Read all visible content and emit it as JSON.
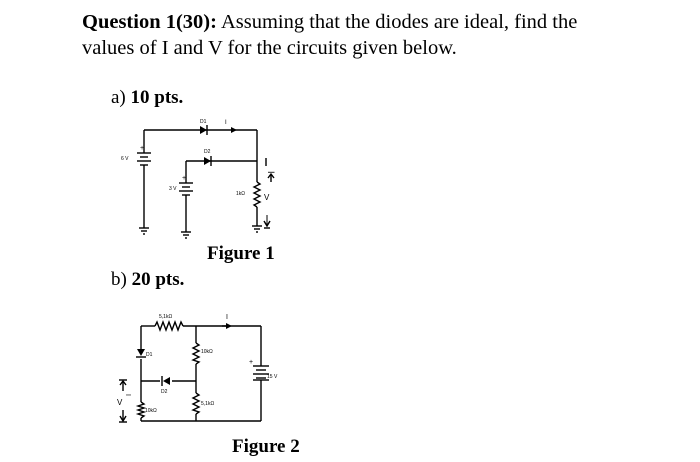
{
  "question": {
    "label": "Question 1(30):",
    "line1_rest": " Assuming that the diodes are ideal, find the",
    "line2": "values of I and V for the circuits given below."
  },
  "part_a": {
    "prefix": "a) ",
    "points": "10 pts."
  },
  "part_b": {
    "prefix": "b) ",
    "points": "20 pts."
  },
  "figure1": {
    "caption": "Figure 1",
    "labels": {
      "source1": "6 V",
      "source2": "3 V",
      "diode1": "D1",
      "diode2": "D2",
      "resistor": "1kΩ",
      "current": "I",
      "voltage": "V"
    }
  },
  "figure2": {
    "caption": "Figure 2",
    "labels": {
      "r_top": "5,1kΩ",
      "r_mid": "10kΩ",
      "r_left": "10kΩ",
      "r_bottom": "5,1kΩ",
      "diode1": "D1",
      "diode2": "D2",
      "source": "15 V",
      "current": "I",
      "voltage": "V"
    }
  }
}
